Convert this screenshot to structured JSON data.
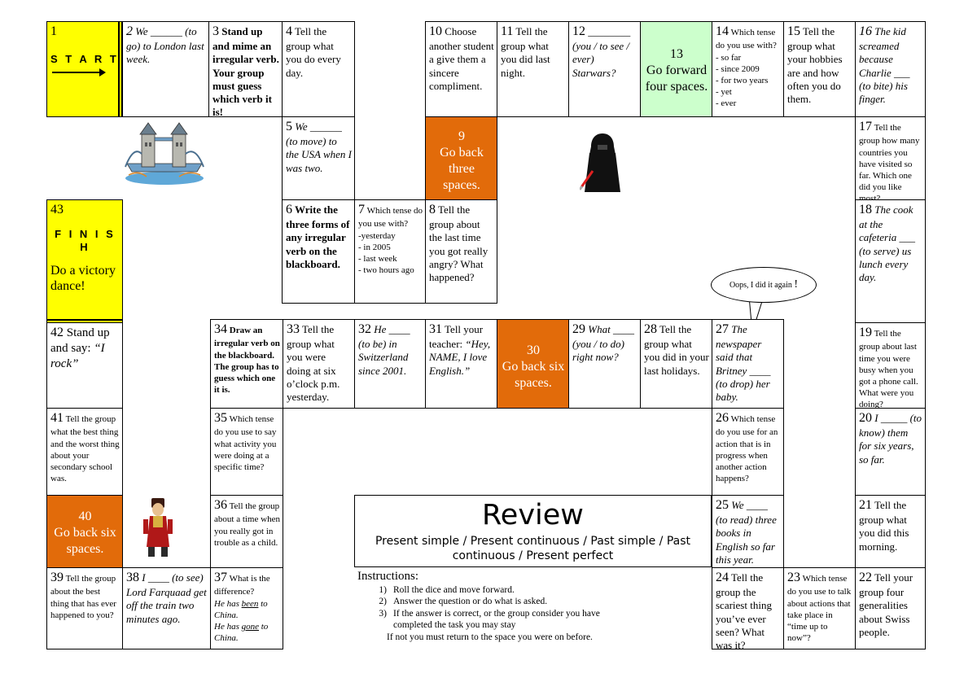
{
  "board": {
    "title": "Review",
    "subtitle": "Present simple / Present continuous / Past simple / Past continuous / Present perfect",
    "instructions_heading": "Instructions:",
    "instructions": [
      "Roll the dice and move forward.",
      "Answer the question or do what is asked.",
      "If the answer is correct, or the group consider you have completed the task you may stay",
      "If not you must return to the space you were on before."
    ],
    "instruction_markers": [
      "1)",
      "2)",
      "3)"
    ],
    "speech_bubble": "Oops, I did it again",
    "speech_bubble_mark": "!"
  },
  "squares": {
    "s1": {
      "num": "1",
      "label": "S T A R T",
      "arrow": "→"
    },
    "s2": {
      "num": "2",
      "text": "We ______ (to go) to London last week."
    },
    "s3": {
      "num": "3",
      "text": "Stand up and mime an irregular verb. Your group must guess which verb it is!"
    },
    "s4": {
      "num": "4",
      "text": "Tell the group what you do every day."
    },
    "s5": {
      "num": "5",
      "text": "We ______ (to move) to the USA when I was two."
    },
    "s6": {
      "num": "6",
      "text": "Write the three forms of any irregular verb on the blackboard."
    },
    "s7": {
      "num": "7",
      "head": "Which tense do you use with?",
      "items": [
        "-yesterday",
        "- in 2005",
        "- last week",
        "- two hours ago"
      ]
    },
    "s8": {
      "num": "8",
      "text": "Tell the group about the last time you got really angry? What happened?"
    },
    "s9": {
      "num": "9",
      "text": "Go back three spaces."
    },
    "s10": {
      "num": "10",
      "text": "Choose another student a give them a sincere compliment."
    },
    "s11": {
      "num": "11",
      "text": "Tell the group what you did last night."
    },
    "s12": {
      "num": "12",
      "blank": "________",
      "text": "(you / to see / ever) Starwars?"
    },
    "s13": {
      "num": "13",
      "text": "Go forward four spaces."
    },
    "s14": {
      "num": "14",
      "head": "Which tense do you use with?",
      "items": [
        "- so far",
        "- since 2009",
        "- for two years",
        "- yet",
        "- ever"
      ]
    },
    "s15": {
      "num": "15",
      "text": "Tell the group what your hobbies are and how often you do them."
    },
    "s16": {
      "num": "16",
      "text": "The kid screamed because Charlie ___ (to bite) his finger."
    },
    "s17": {
      "num": "17",
      "text": "Tell the group how many countries you have visited so far. Which one did you like most?"
    },
    "s18": {
      "num": "18",
      "text": "The cook at the cafeteria ___ (to serve) us lunch every day."
    },
    "s19": {
      "num": "19",
      "text": "Tell the group about last time you were busy when you got a phone call. What were you doing?"
    },
    "s20": {
      "num": "20",
      "text": "I _____ (to know) them for six years, so far."
    },
    "s21": {
      "num": "21",
      "text": "Tell the group what you did this morning."
    },
    "s22": {
      "num": "22",
      "text": "Tell your group four generalities about Swiss people."
    },
    "s23": {
      "num": "23",
      "text": "Which tense do you use to talk about actions that take place in “time up to now”?"
    },
    "s24": {
      "num": "24",
      "text": "Tell the group the scariest thing you’ve ever seen? What was it?"
    },
    "s25": {
      "num": "25",
      "text": "We ____ (to read) three books in English so far this year."
    },
    "s26": {
      "num": "26",
      "text": "Which tense do you use for an action that is in progress when another action happens?"
    },
    "s27": {
      "num": "27",
      "text": "The newspaper said that Britney ____ (to drop) her baby."
    },
    "s28": {
      "num": "28",
      "text": "Tell the group what you did in your last holidays."
    },
    "s29": {
      "num": "29",
      "text": "What ____ (you / to do) right now?"
    },
    "s30": {
      "num": "30",
      "text": "Go back six spaces."
    },
    "s31": {
      "num": "31",
      "lead": "Tell your teacher:",
      "quote": "“Hey, NAME, I love English.”"
    },
    "s32": {
      "num": "32",
      "text": "He ____ (to be) in Switzerland since 2001."
    },
    "s33": {
      "num": "33",
      "text": "Tell the group what you were doing at six o’clock p.m. yesterday."
    },
    "s34": {
      "num": "34",
      "text": "Draw an irregular verb on the blackboard. The group has to guess which one it is."
    },
    "s35": {
      "num": "35",
      "text": "Which tense do you use to say what activity you were doing at a specific time?"
    },
    "s36": {
      "num": "36",
      "text": "Tell the group about a time when you really got in trouble as a child."
    },
    "s37": {
      "num": "37",
      "head": "What is the difference?",
      "l1a": "He has ",
      "l1u": "been",
      "l1b": " to China.",
      "l2a": "He has ",
      "l2u": "gone",
      "l2b": " to China."
    },
    "s38": {
      "num": "38",
      "text": "I ____ (to see) Lord Farquaad get off the train two minutes ago."
    },
    "s39": {
      "num": "39",
      "text": "Tell the group about the best thing that has ever happened to you?"
    },
    "s40": {
      "num": "40",
      "text": "Go back six spaces."
    },
    "s41": {
      "num": "41",
      "text": "Tell the group what the best thing and the worst thing about your secondary school was."
    },
    "s42": {
      "num": "42",
      "lead": "Stand up and say:",
      "quote": "“I rock”"
    },
    "s43": {
      "num": "43",
      "label": "F I N I S H",
      "text": "Do a victory dance!"
    }
  },
  "colors": {
    "start_finish": "#ffff00",
    "go_back": "#e26b0a",
    "go_forward": "#ccffcc"
  }
}
